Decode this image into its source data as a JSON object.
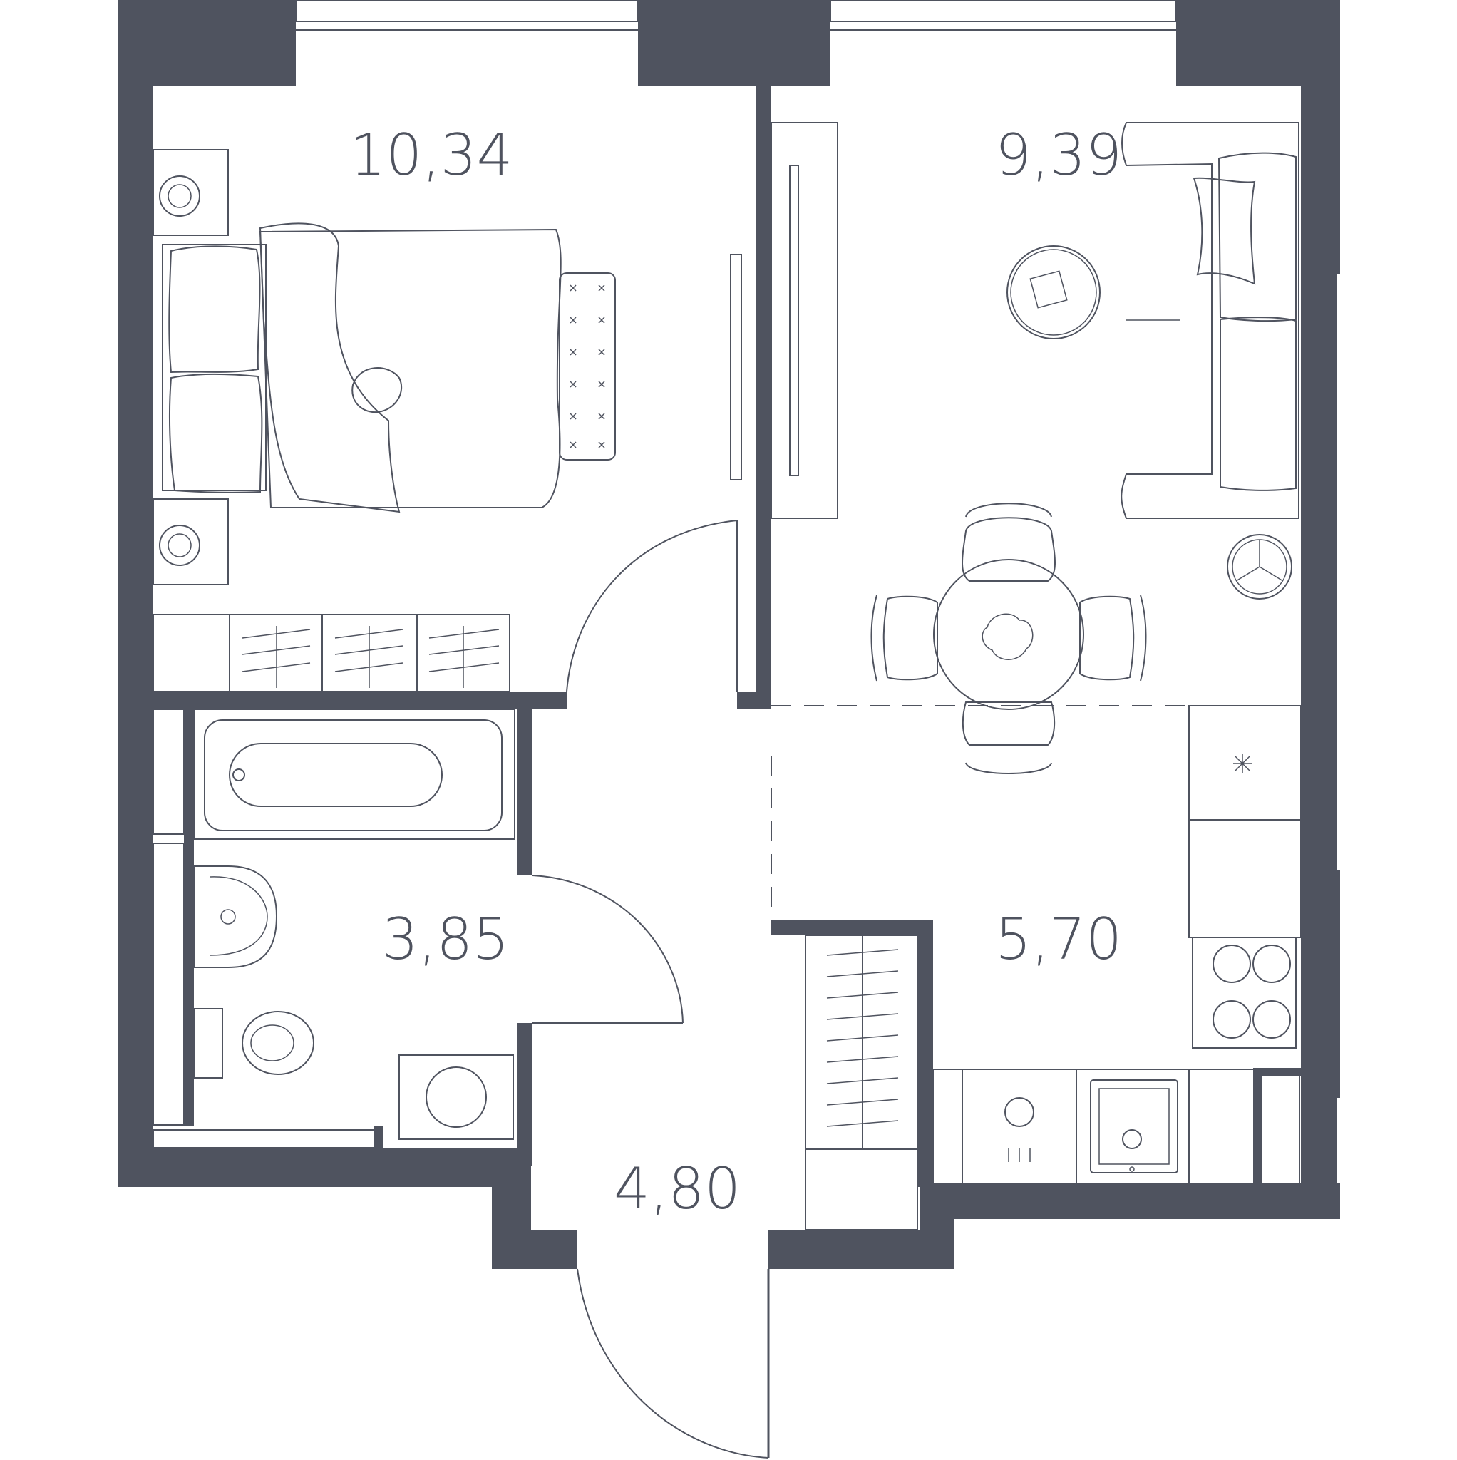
{
  "colors": {
    "wall": "#4f535f",
    "background": "#ffffff",
    "line": "#4f535f"
  },
  "rooms": [
    {
      "id": "bedroom",
      "area": "10,34"
    },
    {
      "id": "living",
      "area": "9,39"
    },
    {
      "id": "bathroom",
      "area": "3,85"
    },
    {
      "id": "kitchen",
      "area": "5,70"
    },
    {
      "id": "hallway",
      "area": "4,80"
    }
  ]
}
